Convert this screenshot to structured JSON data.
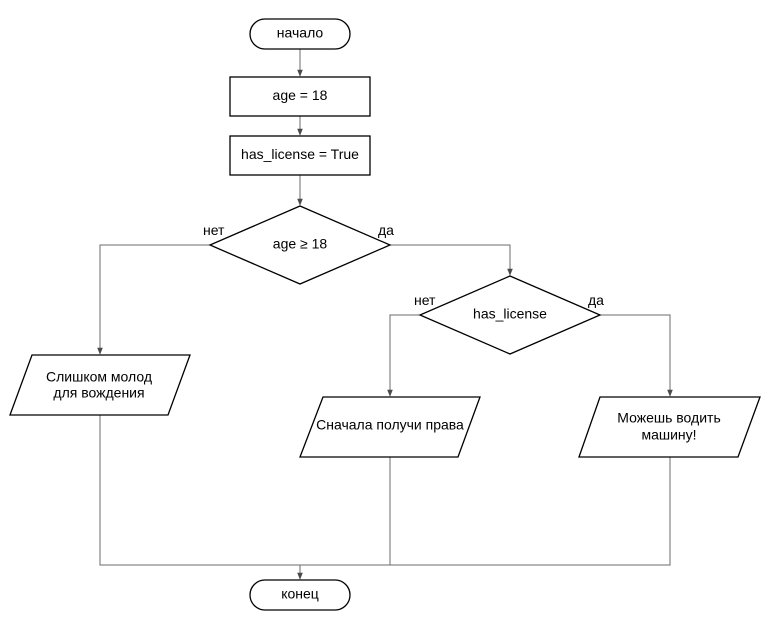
{
  "flowchart": {
    "start": "начало",
    "assign_age": "age = 18",
    "assign_license": "has_license = True",
    "decision_age": "age ≥ 18",
    "decision_license": "has_license",
    "output_too_young_line1": "Слишком молод",
    "output_too_young_line2": "для вождения",
    "output_get_license": "Сначала получи права",
    "output_can_drive_line1": "Можешь водить",
    "output_can_drive_line2": "машину!",
    "end": "конец",
    "branches": {
      "age_no": "нет",
      "age_yes": "да",
      "license_no": "нет",
      "license_yes": "да"
    }
  }
}
